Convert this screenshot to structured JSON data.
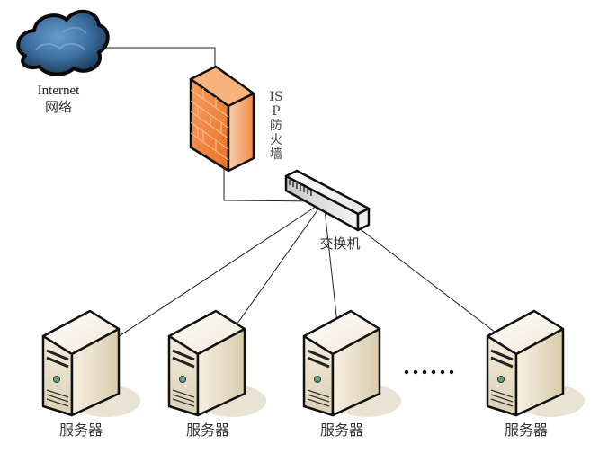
{
  "diagram": {
    "title": "",
    "nodes": {
      "internet": {
        "label_en": "Internet",
        "label_cn": "网络",
        "icon": "cloud-icon",
        "color": "#2e5f8e"
      },
      "firewall": {
        "label_lines": [
          "IS",
          "P",
          "防",
          "火",
          "墙"
        ],
        "icon": "firewall-icon",
        "color": "#f0843c"
      },
      "switch": {
        "label": "交换机",
        "icon": "switch-icon",
        "color": "#e6e6e6"
      },
      "servers": [
        {
          "label": "服务器",
          "icon": "server-icon"
        },
        {
          "label": "服务器",
          "icon": "server-icon"
        },
        {
          "label": "服务器",
          "icon": "server-icon"
        },
        {
          "label": "服务器",
          "icon": "server-icon"
        }
      ],
      "ellipsis": "……"
    },
    "connections": [
      {
        "from": "internet",
        "to": "firewall"
      },
      {
        "from": "firewall",
        "to": "switch"
      },
      {
        "from": "switch",
        "to": "server-1"
      },
      {
        "from": "switch",
        "to": "server-2"
      },
      {
        "from": "switch",
        "to": "server-3"
      },
      {
        "from": "switch",
        "to": "server-4"
      }
    ],
    "colors": {
      "wire": "#222222",
      "server_body": "#efe6d2",
      "server_shadow": "#d9cfb6",
      "outline": "#111111"
    }
  }
}
